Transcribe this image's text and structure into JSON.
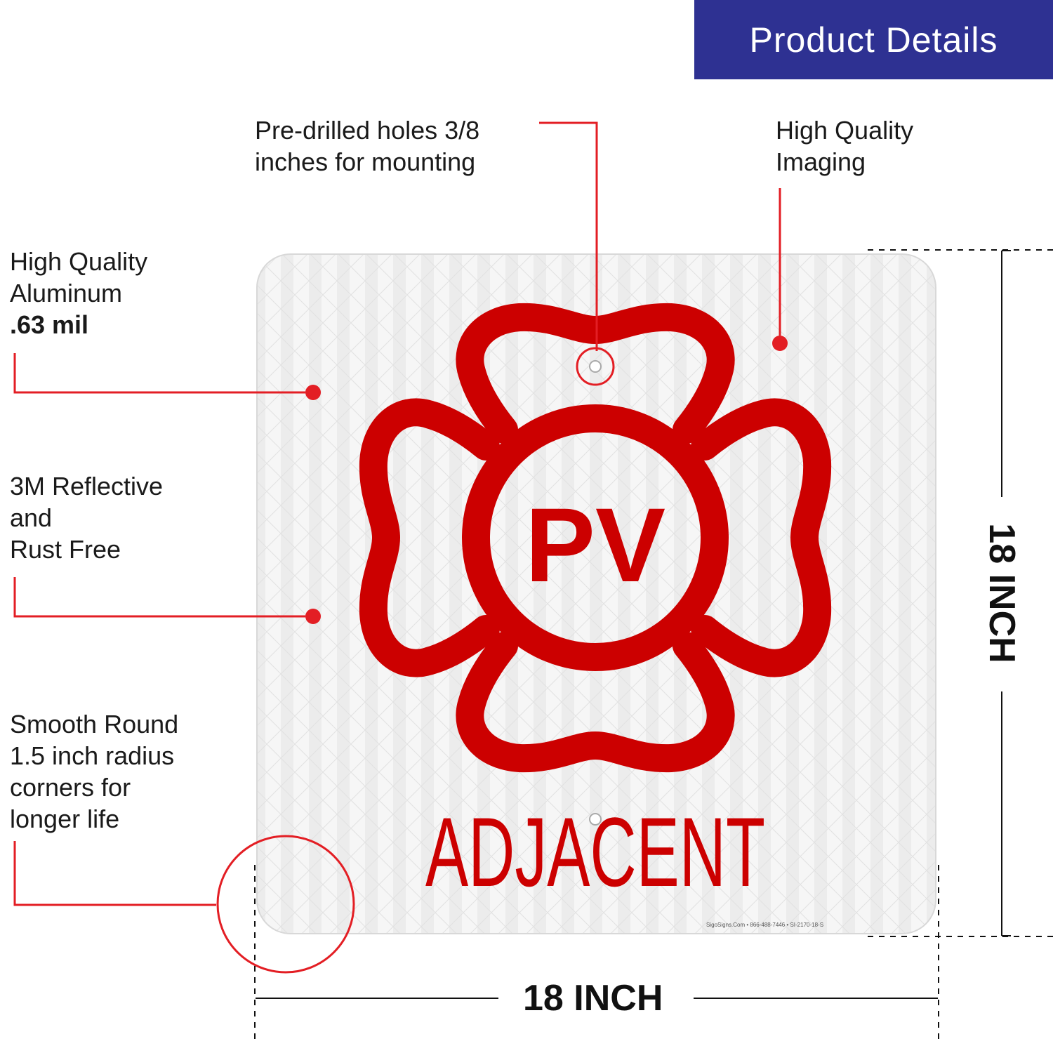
{
  "header": {
    "title": "Product Details"
  },
  "callouts": {
    "holes": {
      "line1": "Pre-drilled holes 3/8",
      "line2": "inches for mounting"
    },
    "imaging": {
      "line1": "High Quality",
      "line2": "Imaging"
    },
    "aluminum": {
      "line1": "High Quality",
      "line2": "Aluminum",
      "line3": ".63 mil"
    },
    "reflective": {
      "line1": "3M Reflective",
      "line2": "and",
      "line3": "Rust Free"
    },
    "corners": {
      "line1": "Smooth Round",
      "line2": "1.5 inch radius",
      "line3": "corners for",
      "line4": "longer life"
    }
  },
  "sign": {
    "emblem_text": "PV",
    "bottom_text": "ADJACENT",
    "fine_print": "SigoSigns.Com • 866-488-7446 • SI-2170-18-S"
  },
  "dimensions": {
    "width": "18 INCH",
    "height": "18 INCH"
  },
  "colors": {
    "banner": "#2e3192",
    "sign_red": "#cc0000",
    "callout_red": "#e31e24",
    "sign_background": "#f4f4f4"
  }
}
